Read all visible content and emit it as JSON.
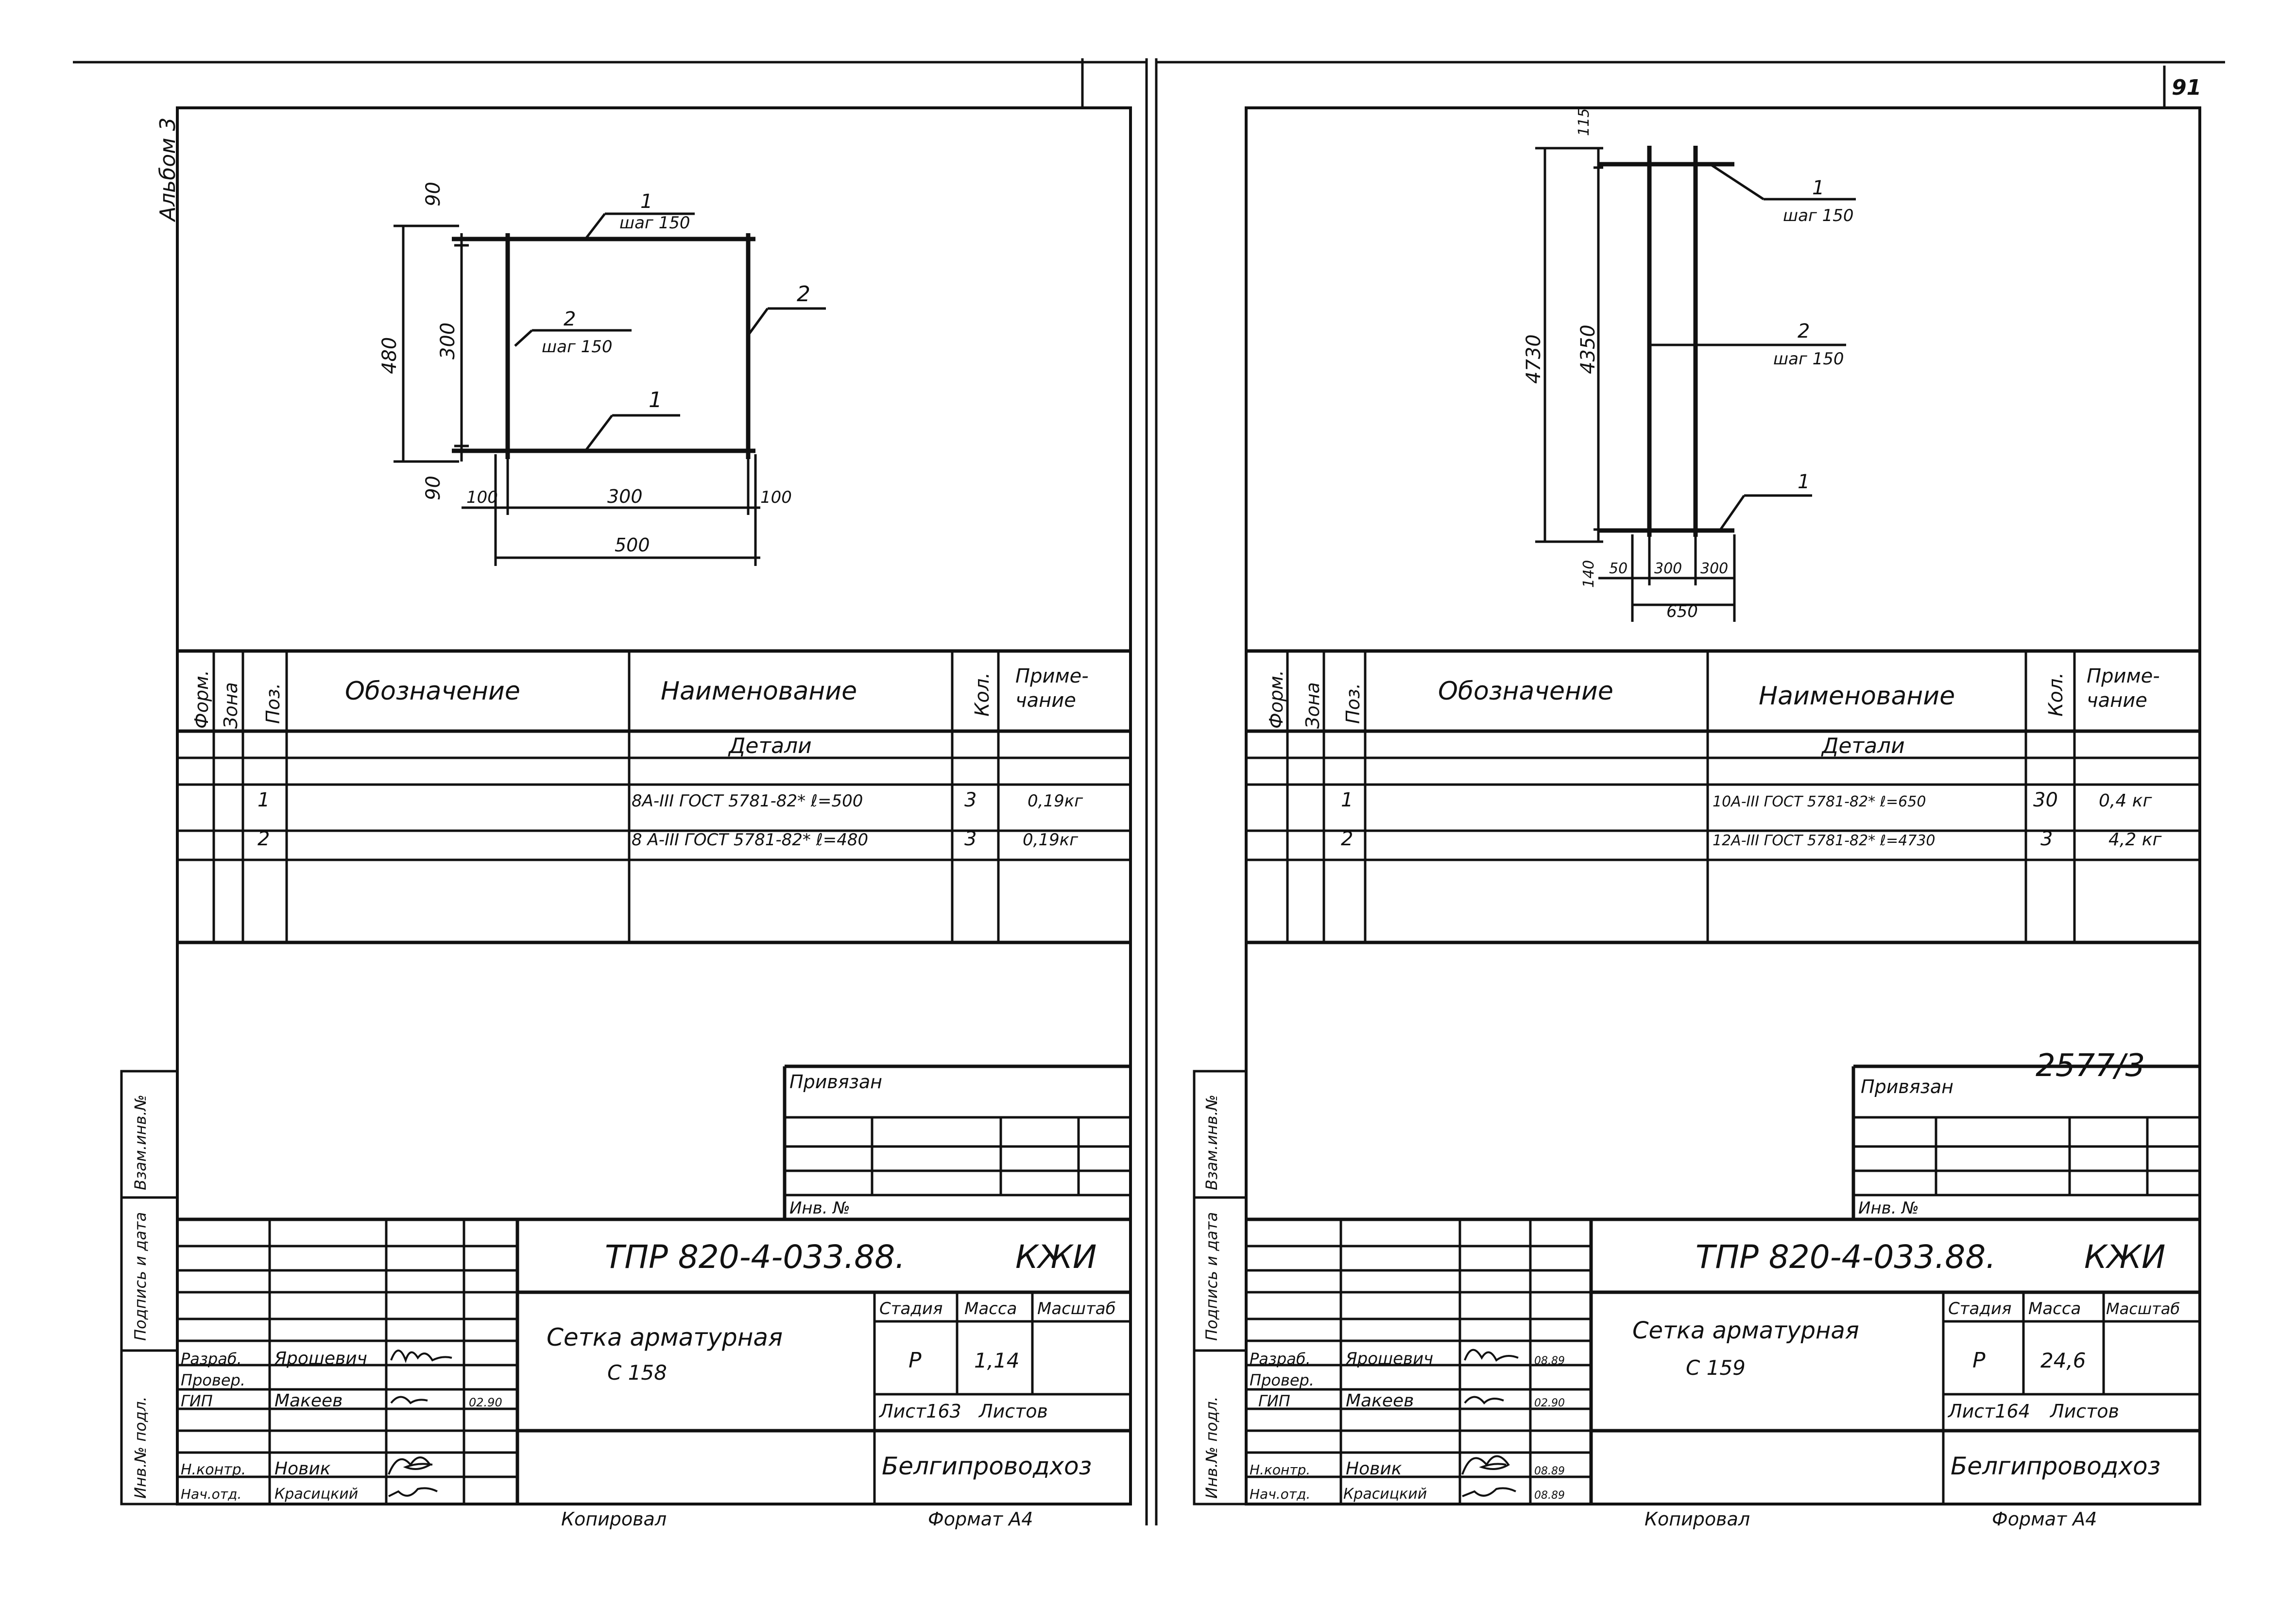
{
  "album_label": "Альбом 3",
  "page_number": "91",
  "side_labels": {
    "inv_zam": "Взам.инв.№",
    "podpis_data": "Подпись и дата",
    "inv_podl": "Инв.№ подл."
  },
  "spec_headers": {
    "format": "Форм.",
    "zone": "Зона",
    "pos": "Поз.",
    "designation": "Обозначение",
    "name": "Наименование",
    "qty": "Кол.",
    "note_line1": "Приме-",
    "note_line2": "чание"
  },
  "titleblock_labels": {
    "privyazan": "Привязан",
    "inv_no": "Инв. №",
    "stadia": "Стадия",
    "massa": "Масса",
    "masshtab": "Масштаб",
    "list": "Лист",
    "listov": "Листов",
    "razrab": "Разраб.",
    "prover": "Провер.",
    "tip": "ГИП",
    "nkontr": "Н.контр.",
    "nach_otd": "Нач.отд."
  },
  "footer": {
    "kopiroval": "Копировал",
    "format_left": "Формат А4",
    "format_right": "Формат А4"
  },
  "left_sheet": {
    "drawing": {
      "dims_top_left": "90",
      "dims_total_left": "480",
      "dims_mid_left": "300",
      "dims_bot_left": "90",
      "dims_b1": "100",
      "dims_b2": "300",
      "dims_b3": "100",
      "dims_total_bottom": "500",
      "callout_1_top": "1",
      "callout_1_top_step": "шаг 150",
      "callout_2_left": "2",
      "callout_2_left_step": "шаг 150",
      "callout_2_right": "2",
      "callout_1_bottom": "1"
    },
    "spec_section": "Детали",
    "spec_rows": [
      {
        "pos": "1",
        "name": "8А-III ГОСТ 5781-82* ℓ=500",
        "qty": "3",
        "note": "0,19кг"
      },
      {
        "pos": "2",
        "name": "8 А-III ГОСТ 5781-82* ℓ=480",
        "qty": "3",
        "note": "0,19кг"
      }
    ],
    "doc_code": "ТПР 820-4-033.88.",
    "doc_suffix": "КЖИ",
    "item_title_1": "Сетка арматурная",
    "item_title_2": "С 158",
    "stadia_value": "Р",
    "massa_value": "1,14",
    "list_value": "Лист163",
    "org": "Белгипроводхоз",
    "people": {
      "razrab": "Ярошевич",
      "tip": "Макеев",
      "tip_date": "02.90",
      "nkontr": "Новик",
      "nach_otd": "Красицкий"
    }
  },
  "right_sheet": {
    "drawing": {
      "dim_top": "115",
      "dim_total_vertical": "4730",
      "dim_mid_vertical": "4350",
      "dim_bottom_vertical": "140",
      "dim_b1": "50",
      "dim_b2": "300",
      "dim_b3": "300",
      "dim_total_bottom": "650",
      "callout_1_top": "1",
      "callout_1_top_step": "шаг 150",
      "callout_2": "2",
      "callout_2_step": "шаг 150",
      "callout_1_bottom": "1"
    },
    "spec_section": "Детали",
    "spec_rows": [
      {
        "pos": "1",
        "name": "10А-III ГОСТ 5781-82* ℓ=650",
        "qty": "30",
        "note": "0,4 кг"
      },
      {
        "pos": "2",
        "name": "12А-III ГОСТ 5781-82* ℓ=4730",
        "qty": "3",
        "note": "4,2 кг"
      }
    ],
    "stamp_number": "2577/3",
    "doc_code": "ТПР 820-4-033.88.",
    "doc_suffix": "КЖИ",
    "item_title_1": "Сетка арматурная",
    "item_title_2": "С 159",
    "stadia_value": "Р",
    "massa_value": "24,6",
    "list_value": "Лист164",
    "org": "Белгипроводхоз",
    "people": {
      "razrab": "Ярошевич",
      "razrab_date": "08.89",
      "tip": "Макеев",
      "tip_date": "02.90",
      "nkontr": "Новик",
      "nkontr_date": "08.89",
      "nach_otd": "Красицкий",
      "nach_otd_date": "08.89"
    }
  }
}
